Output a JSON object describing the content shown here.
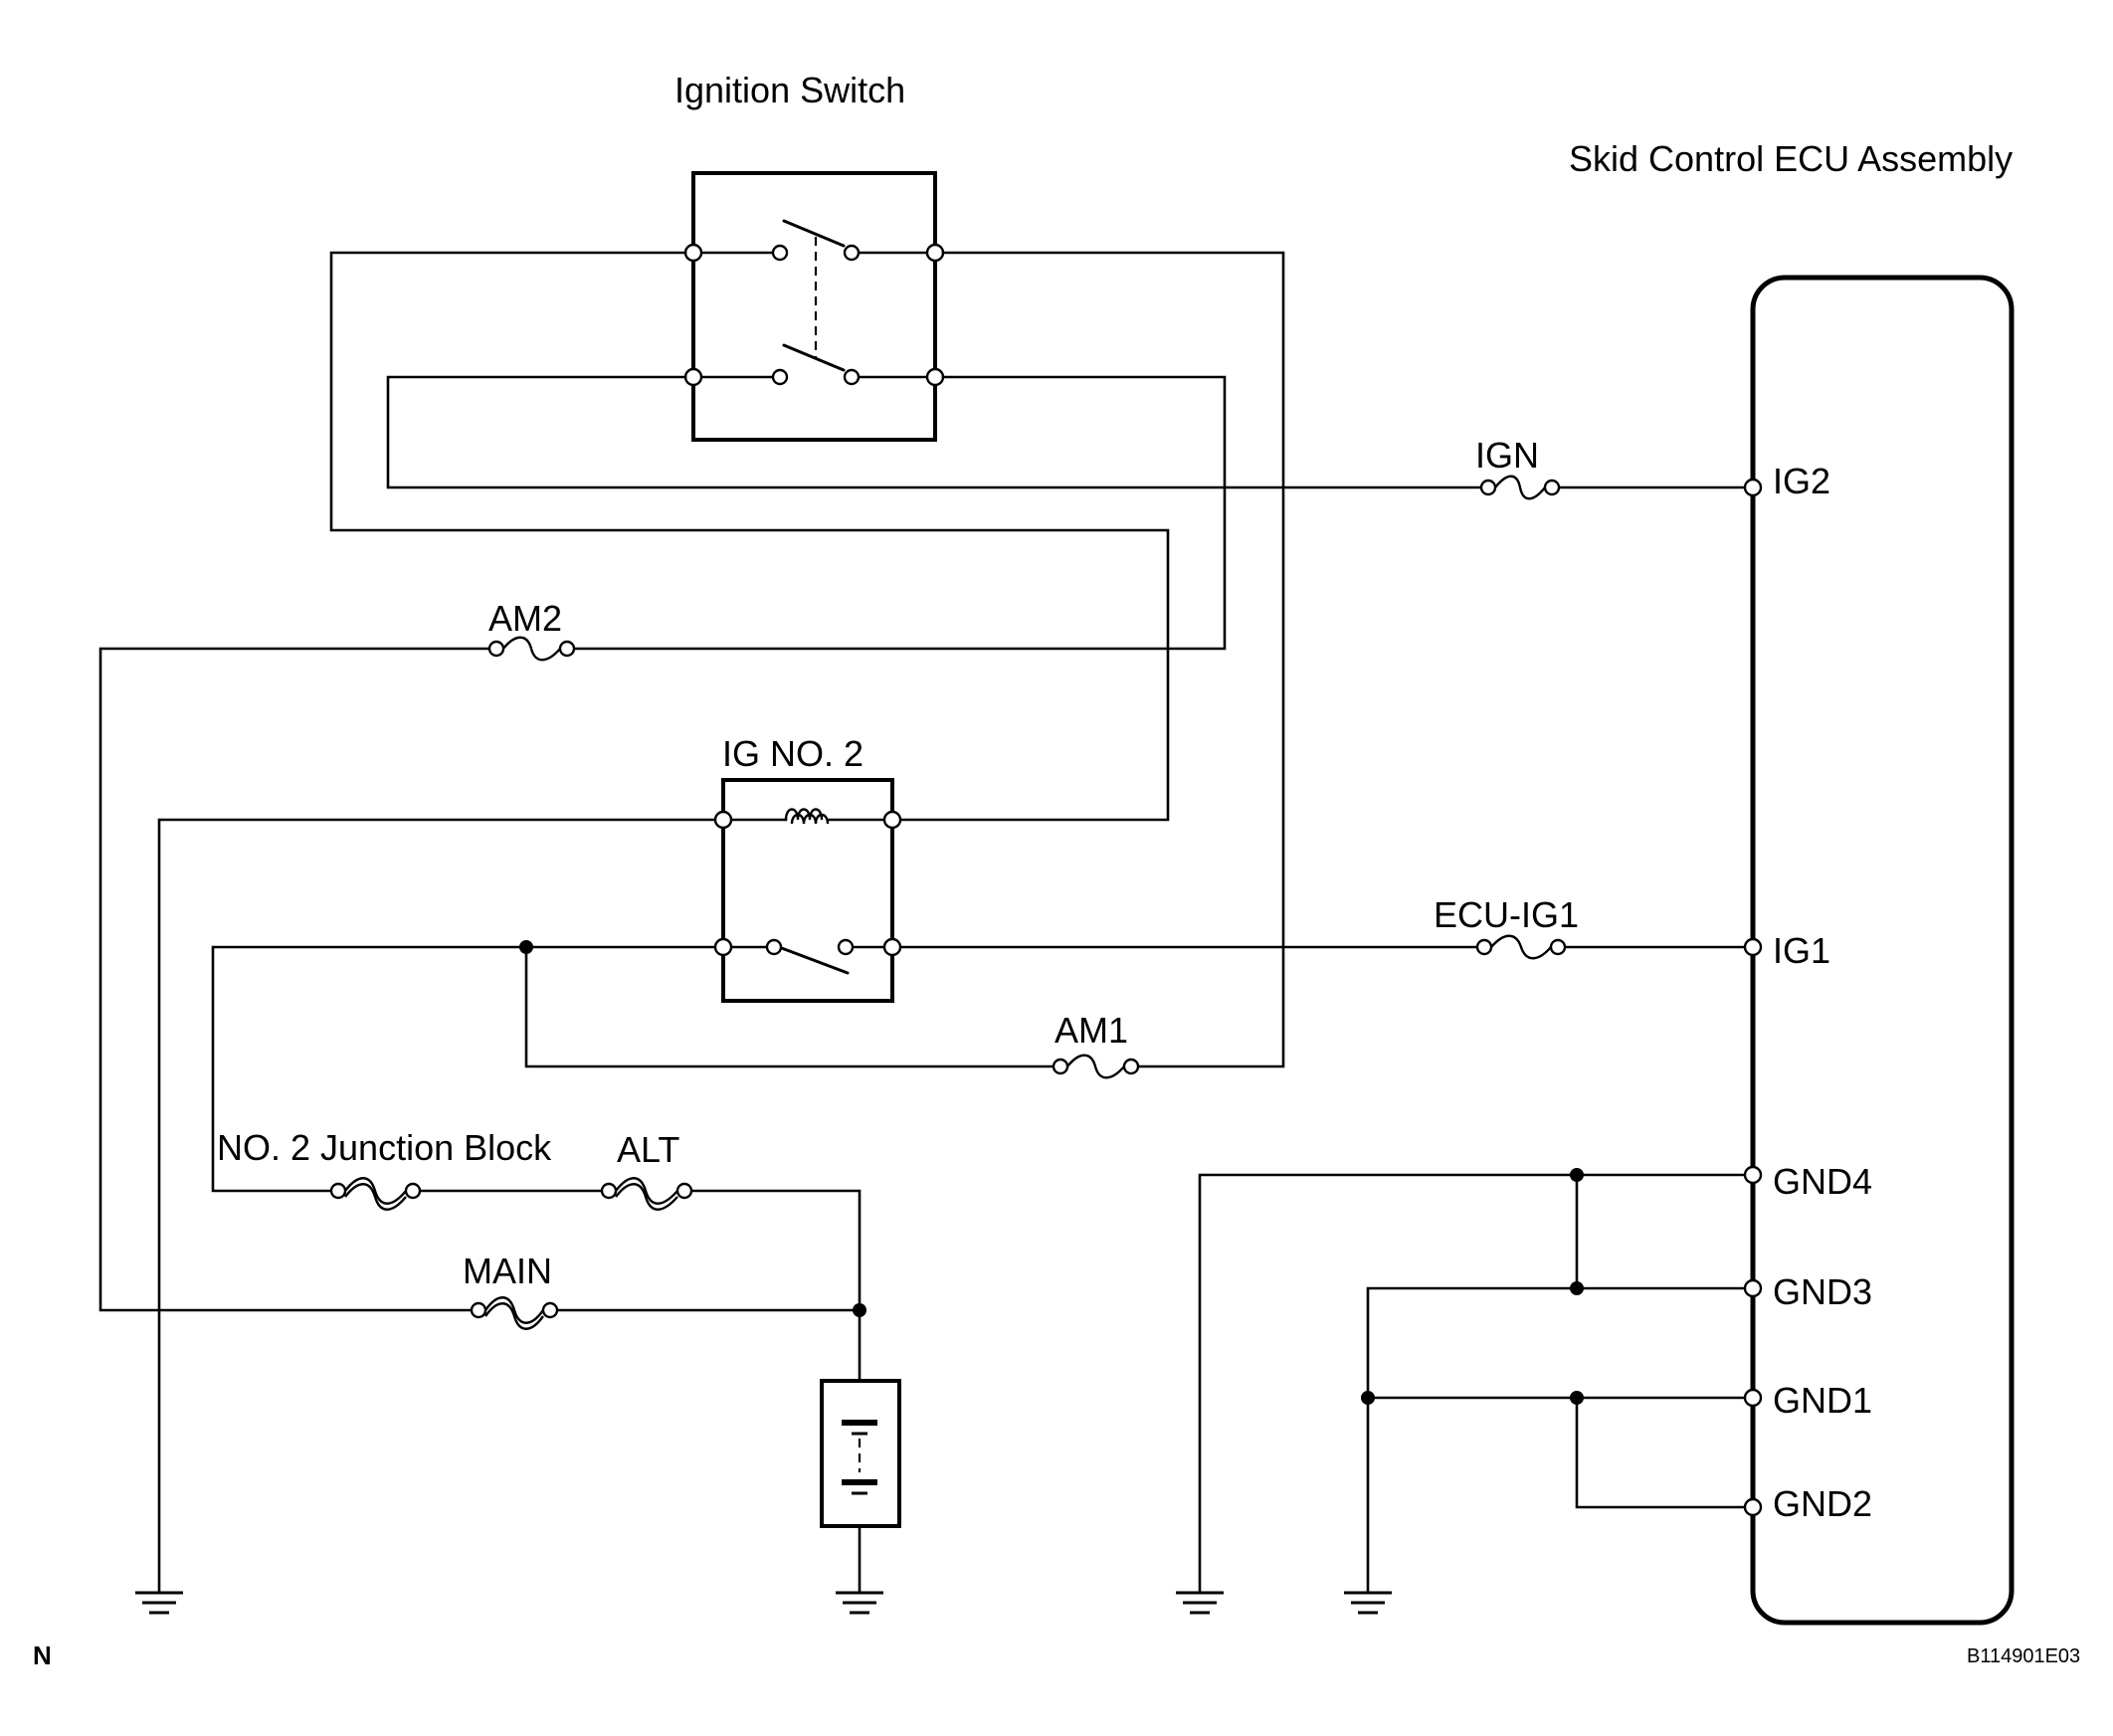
{
  "diagram": {
    "title_ignition_switch": "Ignition Switch",
    "title_ecu": "Skid Control ECU Assembly",
    "relay_label": "IG NO. 2",
    "fuses": {
      "ign": "IGN",
      "ecu_ig1": "ECU-IG1",
      "am2": "AM2",
      "am1": "AM1",
      "main": "MAIN",
      "alt": "ALT"
    },
    "junction_block": "NO. 2 Junction Block",
    "pins": {
      "ig2": "IG2",
      "ig1": "IG1",
      "gnd4": "GND4",
      "gnd3": "GND3",
      "gnd1": "GND1",
      "gnd2": "GND2"
    },
    "corner_left": "N",
    "ref_code": "B114901E03"
  }
}
